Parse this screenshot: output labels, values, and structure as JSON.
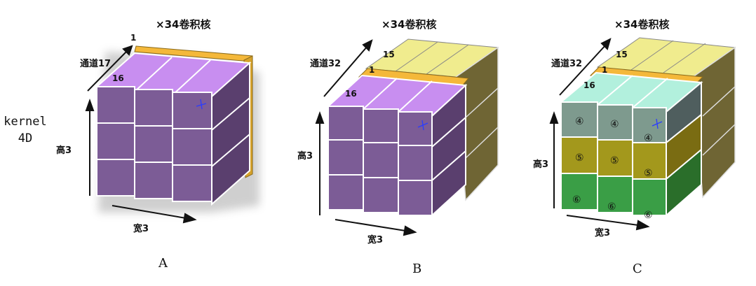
{
  "left_label": {
    "line1": "kernel",
    "line2": "4D"
  },
  "panels": [
    {
      "id": "A",
      "title": "×34卷积核",
      "caption": "A",
      "channel_label": "通道17",
      "height_label": "高3",
      "width_label": "宽3",
      "back_num": "1",
      "front_num": "16",
      "row_marks": [
        "",
        "",
        ""
      ]
    },
    {
      "id": "B",
      "title": "×34卷积核",
      "caption": "B",
      "channel_label": "通道32",
      "height_label": "高3",
      "width_label": "宽3",
      "back_num": "15",
      "mid_num": "1",
      "front_num": "16",
      "row_marks": [
        "",
        "",
        ""
      ]
    },
    {
      "id": "C",
      "title": "×34卷积核",
      "caption": "C",
      "channel_label": "通道32",
      "height_label": "高3",
      "width_label": "宽3",
      "back_num": "15",
      "mid_num": "1",
      "front_num": "16",
      "row_marks": [
        "④",
        "⑤",
        "⑥"
      ]
    }
  ],
  "colors": {
    "purple_top": "#c88ef0",
    "purple_front": "#7c5c96",
    "purple_side": "#5a3f6e",
    "yellow_top": "#f0ec8e",
    "yellow_side": "#6f6534",
    "orange_slab": "#f4b83a",
    "teal_top": "#b2f0dd",
    "teal_side": "#4f5e5e",
    "row4_front": "#7e9a8e",
    "row5_front": "#a3981c",
    "row5_side": "#7a6c12",
    "row6_front": "#3a9e46",
    "row6_side": "#2a6e2a"
  }
}
